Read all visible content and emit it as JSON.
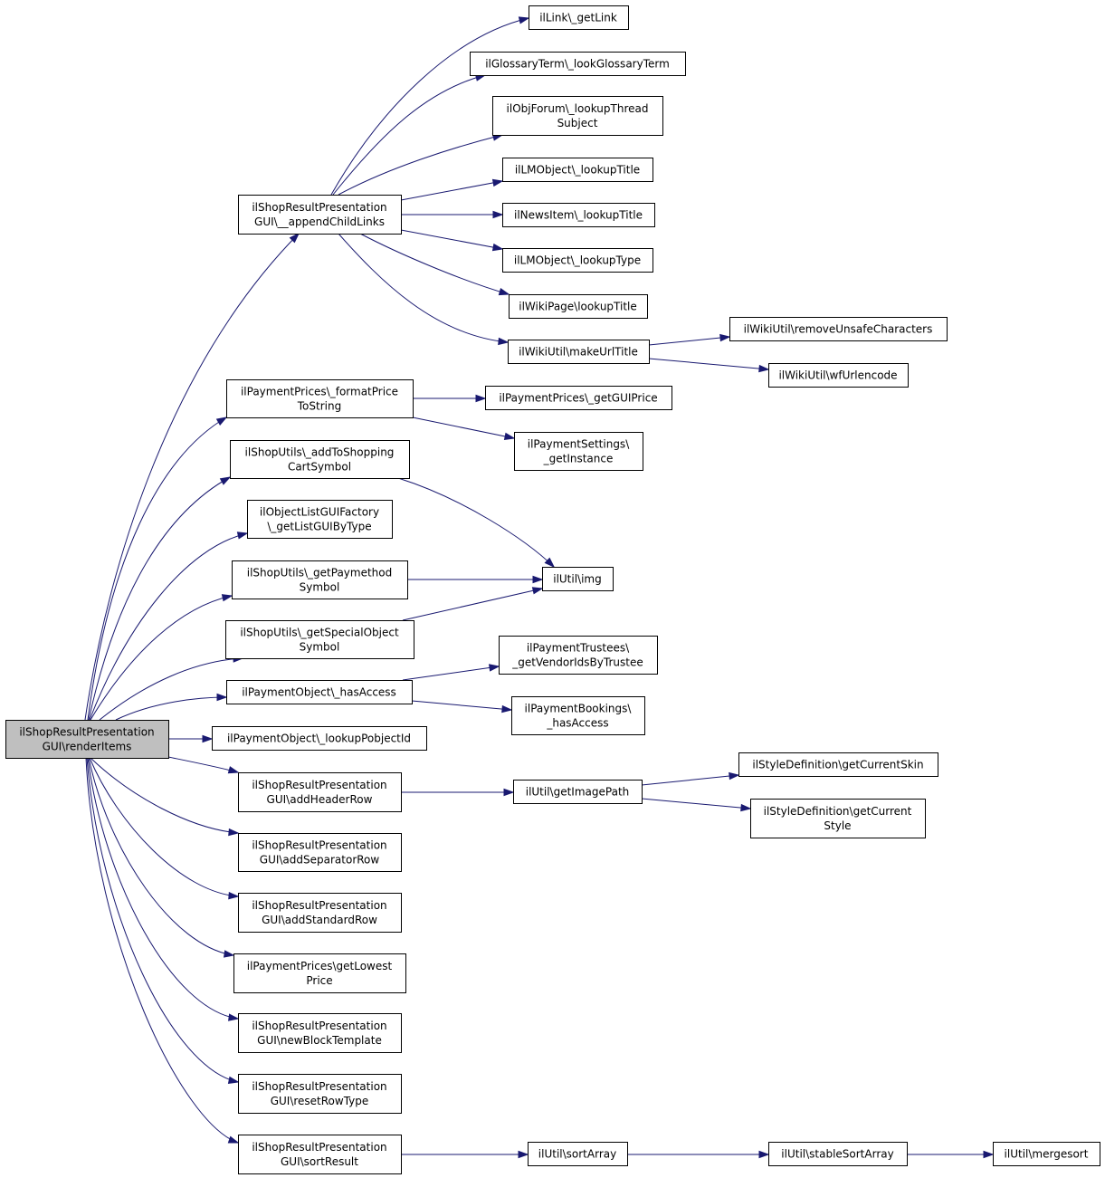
{
  "colors": {
    "edge": "#191970",
    "node_border": "#000000",
    "root_fill": "#bfbfbf",
    "node_fill": "#ffffff"
  },
  "nodes": [
    {
      "id": "root",
      "lines": [
        "ilShopResultPresentation",
        "GUI\\renderItems"
      ],
      "root": true
    },
    {
      "id": "appendChildLinks",
      "lines": [
        "ilShopResultPresentation",
        "GUI\\__appendChildLinks"
      ]
    },
    {
      "id": "getLink",
      "lines": [
        "ilLink\\_getLink"
      ]
    },
    {
      "id": "lookupGlossaryTerm",
      "lines": [
        "ilGlossaryTerm\\_lookGlossaryTerm"
      ]
    },
    {
      "id": "lookupThreadSubject",
      "lines": [
        "ilObjForum\\_lookupThread",
        "Subject"
      ]
    },
    {
      "id": "lmLookupTitle",
      "lines": [
        "ilLMObject\\_lookupTitle"
      ]
    },
    {
      "id": "newsLookupTitle",
      "lines": [
        "ilNewsItem\\_lookupTitle"
      ]
    },
    {
      "id": "lmLookupType",
      "lines": [
        "ilLMObject\\_lookupType"
      ]
    },
    {
      "id": "wikiLookupTitle",
      "lines": [
        "ilWikiPage\\lookupTitle"
      ]
    },
    {
      "id": "makeUrlTitle",
      "lines": [
        "ilWikiUtil\\makeUrlTitle"
      ]
    },
    {
      "id": "removeUnsafe",
      "lines": [
        "ilWikiUtil\\removeUnsafeCharacters"
      ]
    },
    {
      "id": "wfUrlencode",
      "lines": [
        "ilWikiUtil\\wfUrlencode"
      ]
    },
    {
      "id": "formatPrice",
      "lines": [
        "ilPaymentPrices\\_formatPrice",
        "ToString"
      ]
    },
    {
      "id": "getGUIPrice",
      "lines": [
        "ilPaymentPrices\\_getGUIPrice"
      ]
    },
    {
      "id": "getInstance",
      "lines": [
        "ilPaymentSettings\\",
        "_getInstance"
      ]
    },
    {
      "id": "addToCart",
      "lines": [
        "ilShopUtils\\_addToShopping",
        "CartSymbol"
      ]
    },
    {
      "id": "getListGUI",
      "lines": [
        "ilObjectListGUIFactory",
        "\\_getListGUIByType"
      ]
    },
    {
      "id": "getPaymethod",
      "lines": [
        "ilShopUtils\\_getPaymethod",
        "Symbol"
      ]
    },
    {
      "id": "img",
      "lines": [
        "ilUtil\\img"
      ]
    },
    {
      "id": "getSpecialObject",
      "lines": [
        "ilShopUtils\\_getSpecialObject",
        "Symbol"
      ]
    },
    {
      "id": "getVendorIds",
      "lines": [
        "ilPaymentTrustees\\",
        "_getVendorIdsByTrustee"
      ]
    },
    {
      "id": "hasAccessObj",
      "lines": [
        "ilPaymentObject\\_hasAccess"
      ]
    },
    {
      "id": "hasAccessBook",
      "lines": [
        "ilPaymentBookings\\",
        "_hasAccess"
      ]
    },
    {
      "id": "lookupPobjectId",
      "lines": [
        "ilPaymentObject\\_lookupPobjectId"
      ]
    },
    {
      "id": "addHeaderRow",
      "lines": [
        "ilShopResultPresentation",
        "GUI\\addHeaderRow"
      ]
    },
    {
      "id": "getImagePath",
      "lines": [
        "ilUtil\\getImagePath"
      ]
    },
    {
      "id": "getCurrentSkin",
      "lines": [
        "ilStyleDefinition\\getCurrentSkin"
      ]
    },
    {
      "id": "getCurrentStyle",
      "lines": [
        "ilStyleDefinition\\getCurrent",
        "Style"
      ]
    },
    {
      "id": "addSeparatorRow",
      "lines": [
        "ilShopResultPresentation",
        "GUI\\addSeparatorRow"
      ]
    },
    {
      "id": "addStandardRow",
      "lines": [
        "ilShopResultPresentation",
        "GUI\\addStandardRow"
      ]
    },
    {
      "id": "getLowestPrice",
      "lines": [
        "ilPaymentPrices\\getLowest",
        "Price"
      ]
    },
    {
      "id": "newBlockTemplate",
      "lines": [
        "ilShopResultPresentation",
        "GUI\\newBlockTemplate"
      ]
    },
    {
      "id": "resetRowType",
      "lines": [
        "ilShopResultPresentation",
        "GUI\\resetRowType"
      ]
    },
    {
      "id": "sortResult",
      "lines": [
        "ilShopResultPresentation",
        "GUI\\sortResult"
      ]
    },
    {
      "id": "sortArray",
      "lines": [
        "ilUtil\\sortArray"
      ]
    },
    {
      "id": "stableSortArray",
      "lines": [
        "ilUtil\\stableSortArray"
      ]
    },
    {
      "id": "mergesort",
      "lines": [
        "ilUtil\\mergesort"
      ]
    }
  ],
  "edges": [
    [
      "root",
      "appendChildLinks"
    ],
    [
      "root",
      "formatPrice"
    ],
    [
      "root",
      "addToCart"
    ],
    [
      "root",
      "getListGUI"
    ],
    [
      "root",
      "getPaymethod"
    ],
    [
      "root",
      "getSpecialObject"
    ],
    [
      "root",
      "hasAccessObj"
    ],
    [
      "root",
      "lookupPobjectId"
    ],
    [
      "root",
      "addHeaderRow"
    ],
    [
      "root",
      "addSeparatorRow"
    ],
    [
      "root",
      "addStandardRow"
    ],
    [
      "root",
      "getLowestPrice"
    ],
    [
      "root",
      "newBlockTemplate"
    ],
    [
      "root",
      "resetRowType"
    ],
    [
      "root",
      "sortResult"
    ],
    [
      "appendChildLinks",
      "getLink"
    ],
    [
      "appendChildLinks",
      "lookupGlossaryTerm"
    ],
    [
      "appendChildLinks",
      "lookupThreadSubject"
    ],
    [
      "appendChildLinks",
      "lmLookupTitle"
    ],
    [
      "appendChildLinks",
      "newsLookupTitle"
    ],
    [
      "appendChildLinks",
      "lmLookupType"
    ],
    [
      "appendChildLinks",
      "wikiLookupTitle"
    ],
    [
      "appendChildLinks",
      "makeUrlTitle"
    ],
    [
      "makeUrlTitle",
      "removeUnsafe"
    ],
    [
      "makeUrlTitle",
      "wfUrlencode"
    ],
    [
      "formatPrice",
      "getGUIPrice"
    ],
    [
      "formatPrice",
      "getInstance"
    ],
    [
      "addToCart",
      "img"
    ],
    [
      "getPaymethod",
      "img"
    ],
    [
      "getSpecialObject",
      "img"
    ],
    [
      "hasAccessObj",
      "getVendorIds"
    ],
    [
      "hasAccessObj",
      "hasAccessBook"
    ],
    [
      "addHeaderRow",
      "getImagePath"
    ],
    [
      "getImagePath",
      "getCurrentSkin"
    ],
    [
      "getImagePath",
      "getCurrentStyle"
    ],
    [
      "sortResult",
      "sortArray"
    ],
    [
      "sortArray",
      "stableSortArray"
    ],
    [
      "stableSortArray",
      "mergesort"
    ]
  ]
}
